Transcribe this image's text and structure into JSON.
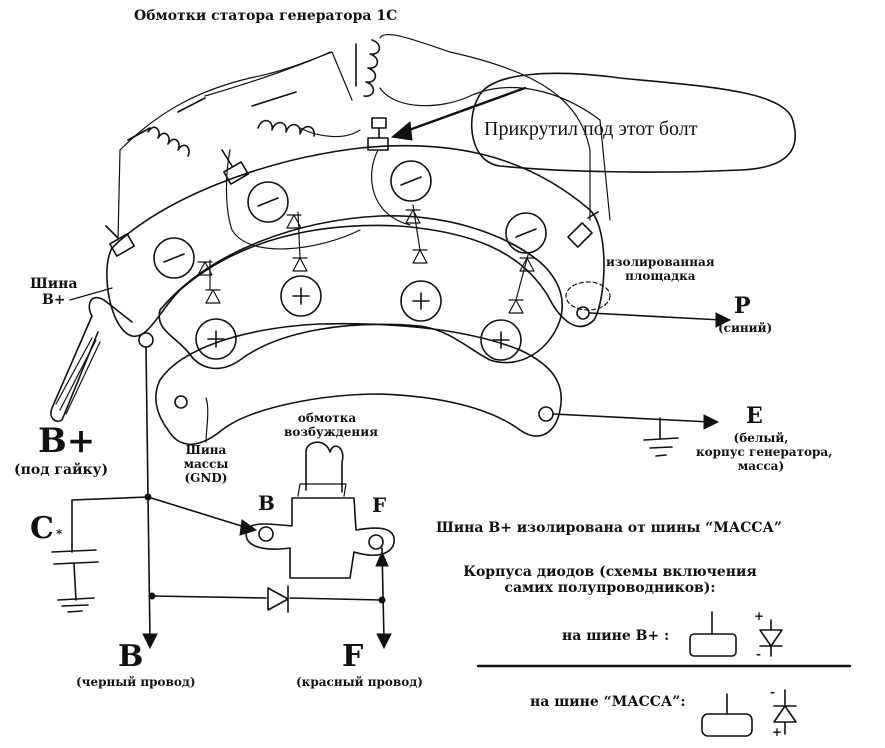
{
  "title": "Обмотки статора генератора 1С",
  "callout": "Прикрутил под этот болт",
  "labels": {
    "bus_bplus": "Шина",
    "bus_bplus_2": "В+",
    "insulated_1": "изолированная",
    "insulated_2": "площадка",
    "p_letter": "P",
    "p_desc": "(синий)",
    "e_letter": "E",
    "e_desc_1": "(белый,",
    "e_desc_2": "корпус генератора,",
    "e_desc_3": "масса)",
    "bplus_big": "B+",
    "bplus_desc": "(под гайку)",
    "gnd_1": "Шина",
    "gnd_2": "массы",
    "gnd_3": "(GND)",
    "field_1": "обмотка",
    "field_2": "возбуждения",
    "brush_b": "B",
    "brush_f": "F",
    "cap_c": "C",
    "cap_star": "*",
    "out_b": "B",
    "out_b_desc": "(черный провод)",
    "out_f": "F",
    "out_f_desc": "(красный провод)"
  },
  "notes": {
    "isolated": "Шина В+ изолирована от шины “МАССА”",
    "cases_1": "Корпуса диодов (схемы включения",
    "cases_2": "самих полупроводников):",
    "on_bplus": "на шине В+ :",
    "on_ground": "на шине “МАССА”:",
    "sign_plus": "+",
    "sign_minus": "-"
  },
  "colors": {
    "ink": "#111111",
    "paper": "#ffffff"
  }
}
